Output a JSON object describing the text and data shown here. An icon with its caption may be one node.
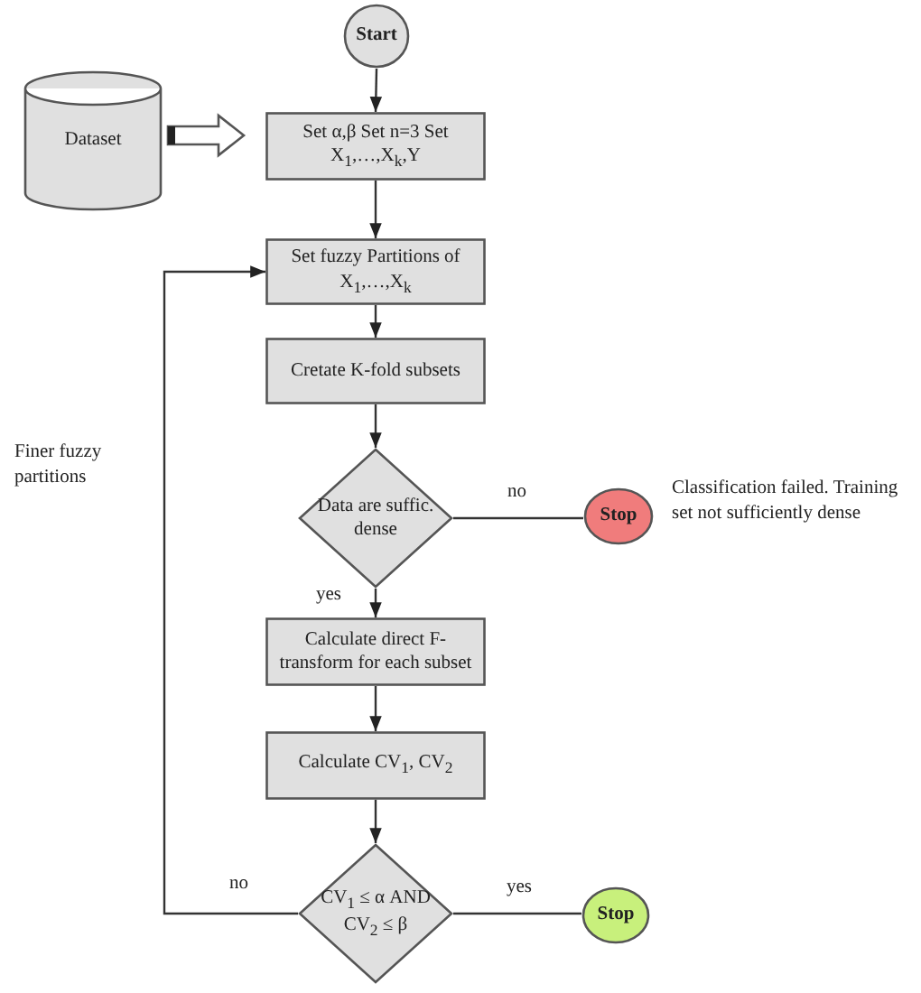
{
  "diagram": {
    "nodes": [
      {
        "text": [
          "Start"
        ]
      },
      {
        "text": [
          "Dataset"
        ]
      },
      {
        "text": [
          "Set α,β    Set n=3 Set X$_{1}$,…,X$_{k}$,Y"
        ]
      },
      {
        "text": [
          "Set  fuzzy Partitions of  X$_{1}$,…,X$_{k}$"
        ]
      },
      {
        "text": [
          "Cretate K-fold subsets"
        ]
      },
      {
        "text": [
          "Data are suffic. dense"
        ]
      },
      {
        "text": [
          "Stop"
        ],
        "beside": [
          "Classification failed. Training set  not sufficiently dense"
        ]
      },
      {
        "text": [
          "Calculate direct F-transform for each subset"
        ]
      },
      {
        "text": [
          "Calculate CV$_{1}$, CV$_{2}$"
        ]
      },
      {
        "text": [
          "CV$_{1}$ ≤ α AND CV$_{2}$ ≤ β"
        ]
      },
      {
        "text": [
          "Stop"
        ]
      }
    ],
    "edges": [
      {
        "from": 0,
        "to": 2,
        "arrow": "to"
      },
      {
        "from": 1,
        "to": 2,
        "arrow": "to",
        "style": "thick"
      },
      {
        "from": 2,
        "to": 3,
        "arrow": "to"
      },
      {
        "from": 3,
        "to": 4,
        "arrow": "to"
      },
      {
        "from": 4,
        "to": 5,
        "arrow": "to"
      },
      {
        "from": 5,
        "to": 6,
        "arrow": "none",
        "label": "no"
      },
      {
        "from": 5,
        "to": 7,
        "arrow": "to",
        "label": "yes"
      },
      {
        "from": 7,
        "to": 8,
        "arrow": "to"
      },
      {
        "from": 8,
        "to": 9,
        "arrow": "to"
      },
      {
        "from": 9,
        "to": 10,
        "arrow": "none",
        "label": "yes"
      },
      {
        "from": 9,
        "to": 3,
        "arrow": "to",
        "label": "no"
      }
    ],
    "labels": [
      "Finer fuzzy partitions"
    ]
  }
}
